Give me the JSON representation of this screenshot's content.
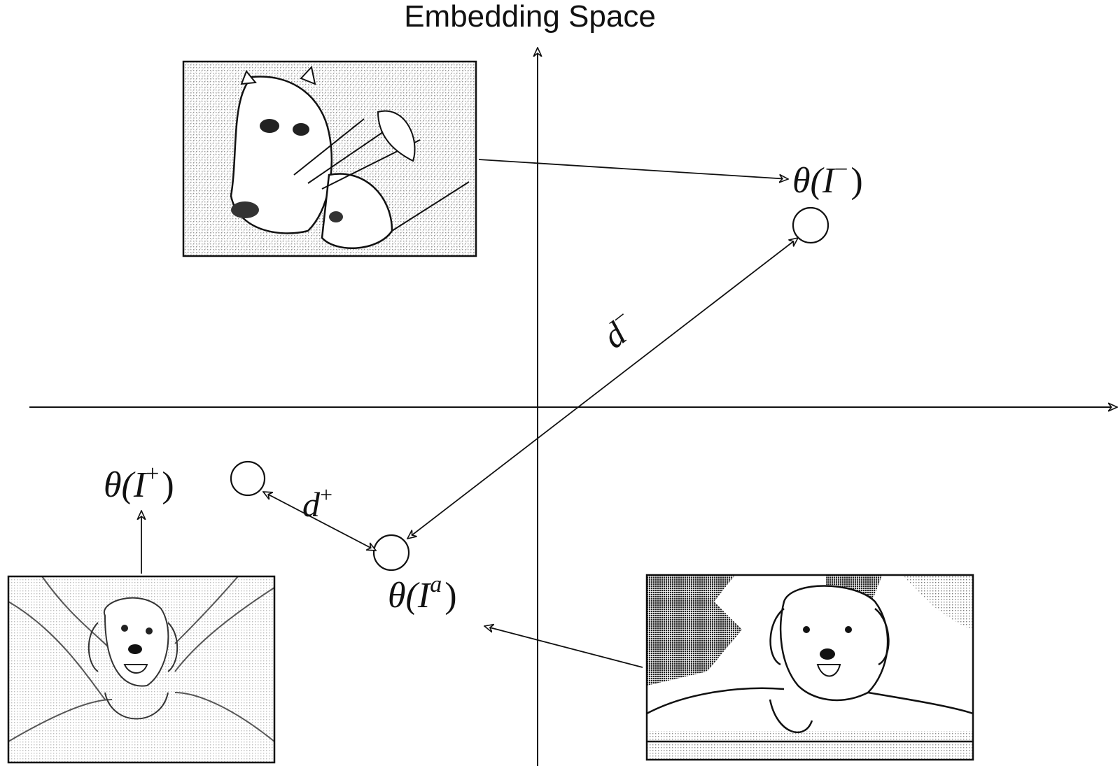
{
  "title": "Embedding Space",
  "labels": {
    "negative": {
      "base": "θ(I",
      "sup": "−",
      "close": ")"
    },
    "positive": {
      "base": "θ(I",
      "sup": "+",
      "close": ")"
    },
    "anchor": {
      "base": "θ(I",
      "sup": "a",
      "close": ")"
    },
    "d_minus": {
      "base": "d",
      "sup": "−"
    },
    "d_plus": {
      "base": "d",
      "sup": "+"
    }
  },
  "images": {
    "negative": "panda-photo-sketch",
    "positive": "golden-puppy-photo-sketch",
    "anchor": "labrador-puppy-photo-sketch"
  }
}
